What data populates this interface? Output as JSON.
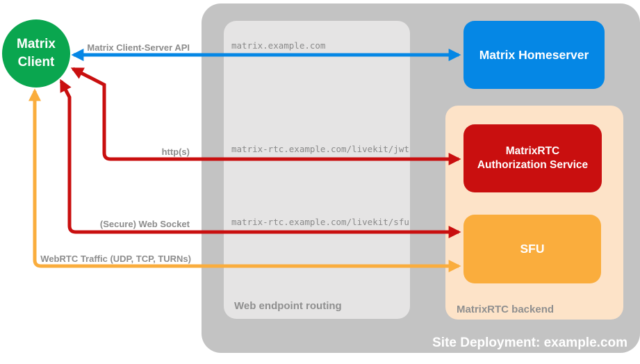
{
  "diagram": {
    "title": "Site Deployment: example.com"
  },
  "site_container": {
    "label": "Site Deployment: example.com",
    "color": "#c3c3c3"
  },
  "routing_box": {
    "label": "Web endpoint routing",
    "color": "#e5e4e4",
    "endpoints": [
      "matrix.example.com",
      "matrix-rtc.example.com/livekit/jwt",
      "matrix-rtc.example.com/livekit/sfu"
    ]
  },
  "backend_container": {
    "label": "MatrixRTC backend",
    "color": "#fde3c8"
  },
  "nodes": {
    "client": {
      "label": "Matrix Client",
      "color": "#0aa64f",
      "shape": "circle"
    },
    "homeserver": {
      "label": "Matrix Homeserver",
      "color": "#0587e5"
    },
    "auth_service": {
      "label": "MatrixRTC Authorization Service",
      "color": "#c90f0f"
    },
    "sfu": {
      "label": "SFU",
      "color": "#faad3d"
    }
  },
  "connections": [
    {
      "label": "Matrix Client-Server API",
      "color": "#0587e5",
      "from": "Matrix Client",
      "to": "Matrix Homeserver",
      "endpoint": "matrix.example.com",
      "bidirectional": true
    },
    {
      "label": "http(s)",
      "color": "#c90f0f",
      "from": "Matrix Client",
      "to": "MatrixRTC Authorization Service",
      "endpoint": "matrix-rtc.example.com/livekit/jwt",
      "bidirectional": true
    },
    {
      "label": "(Secure) Web Socket",
      "color": "#c90f0f",
      "from": "Matrix Client",
      "to": "SFU",
      "endpoint": "matrix-rtc.example.com/livekit/sfu",
      "bidirectional": true
    },
    {
      "label": "WebRTC Traffic (UDP, TCP, TURNs)",
      "color": "#faad3d",
      "from": "Matrix Client",
      "to": "SFU",
      "bidirectional": true
    }
  ]
}
